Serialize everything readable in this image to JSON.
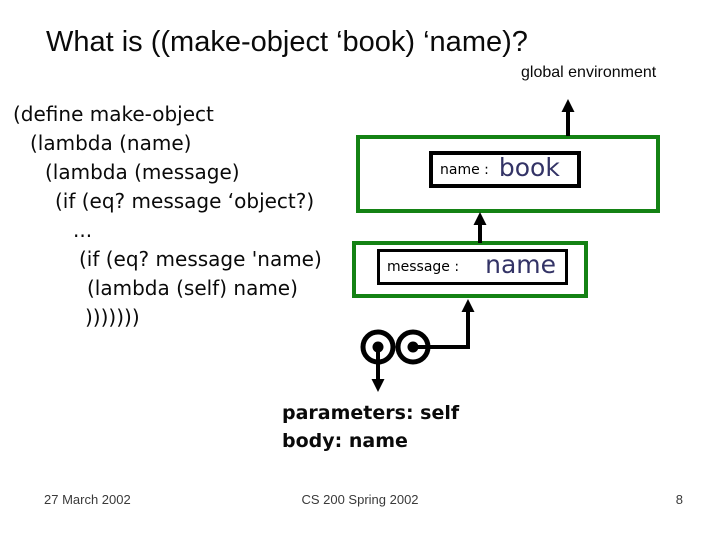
{
  "title": "What is ((make-object ‘book) ‘name)?",
  "annotations": {
    "global_environment": "global environment"
  },
  "code": {
    "lines": [
      "(define make-object",
      "(lambda (name)",
      "(lambda (message)",
      "(if (eq? message ‘object?)",
      "...",
      "(if (eq? message 'name)",
      "(lambda (self) name)",
      ")))))))"
    ]
  },
  "frames": {
    "name_frame": {
      "label": "name :",
      "value": "book"
    },
    "message_frame": {
      "label": "message :",
      "value": "name"
    }
  },
  "procedure_info": {
    "parameters_line": "parameters: self",
    "body_line": "body: name"
  },
  "footer": {
    "date": "27 March 2002",
    "course": "CS 200 Spring 2002",
    "page_number": "8"
  },
  "colors": {
    "frame_border_green": "#148214",
    "value_text_blue": "#333366",
    "diagram_black": "#000000"
  }
}
